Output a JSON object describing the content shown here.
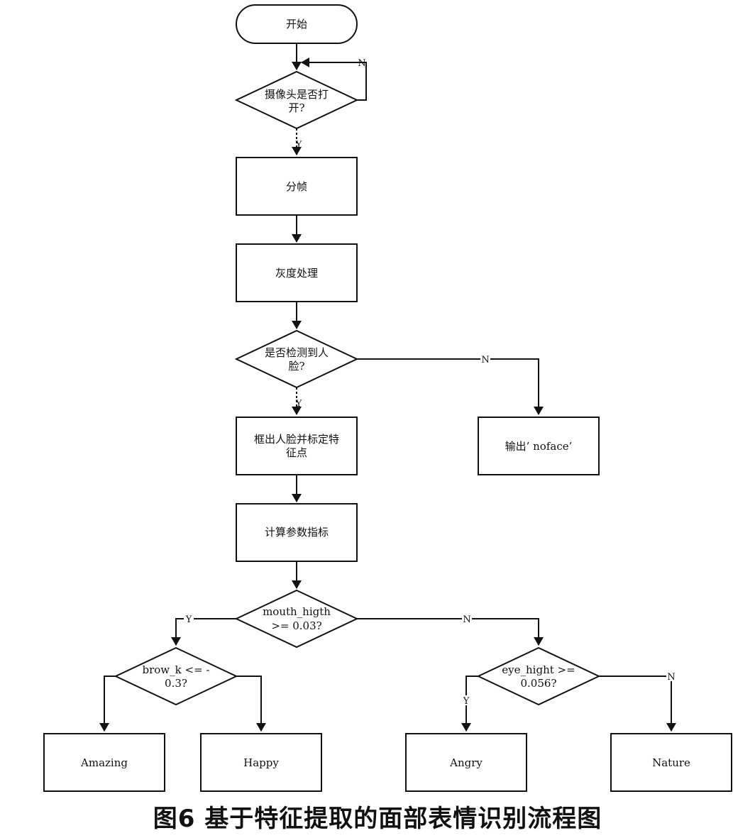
{
  "nodes": {
    "start": "开始",
    "camera_check": [
      "摄像头是否打",
      "开?"
    ],
    "frame_split": "分帧",
    "grayscale": "灰度处理",
    "face_check": [
      "是否检测到人",
      "脸?"
    ],
    "mark_features": [
      "框出人脸并标定特",
      "征点"
    ],
    "output_noface": "输出’ noface’",
    "compute_params": "计算参数指标",
    "mouth_check": [
      "mouth_higth",
      ">= 0.03?"
    ],
    "brow_check": [
      "brow_k <= -",
      "0.3?"
    ],
    "eye_check": [
      "eye_hight >=",
      "0.056?"
    ],
    "amazing": "Amazing",
    "happy": "Happy",
    "angry": "Angry",
    "nature": "Nature"
  },
  "edge_labels": {
    "camera_no": "N",
    "camera_yes": "Y",
    "face_no": "N",
    "face_yes": "Y",
    "mouth_yes": "Y",
    "mouth_no": "N",
    "eye_yes": "Y",
    "eye_no": "N"
  },
  "caption": "图6  基于特征提取的面部表情识别流程图",
  "colors": {
    "stroke": "#111111",
    "background": "#ffffff"
  }
}
